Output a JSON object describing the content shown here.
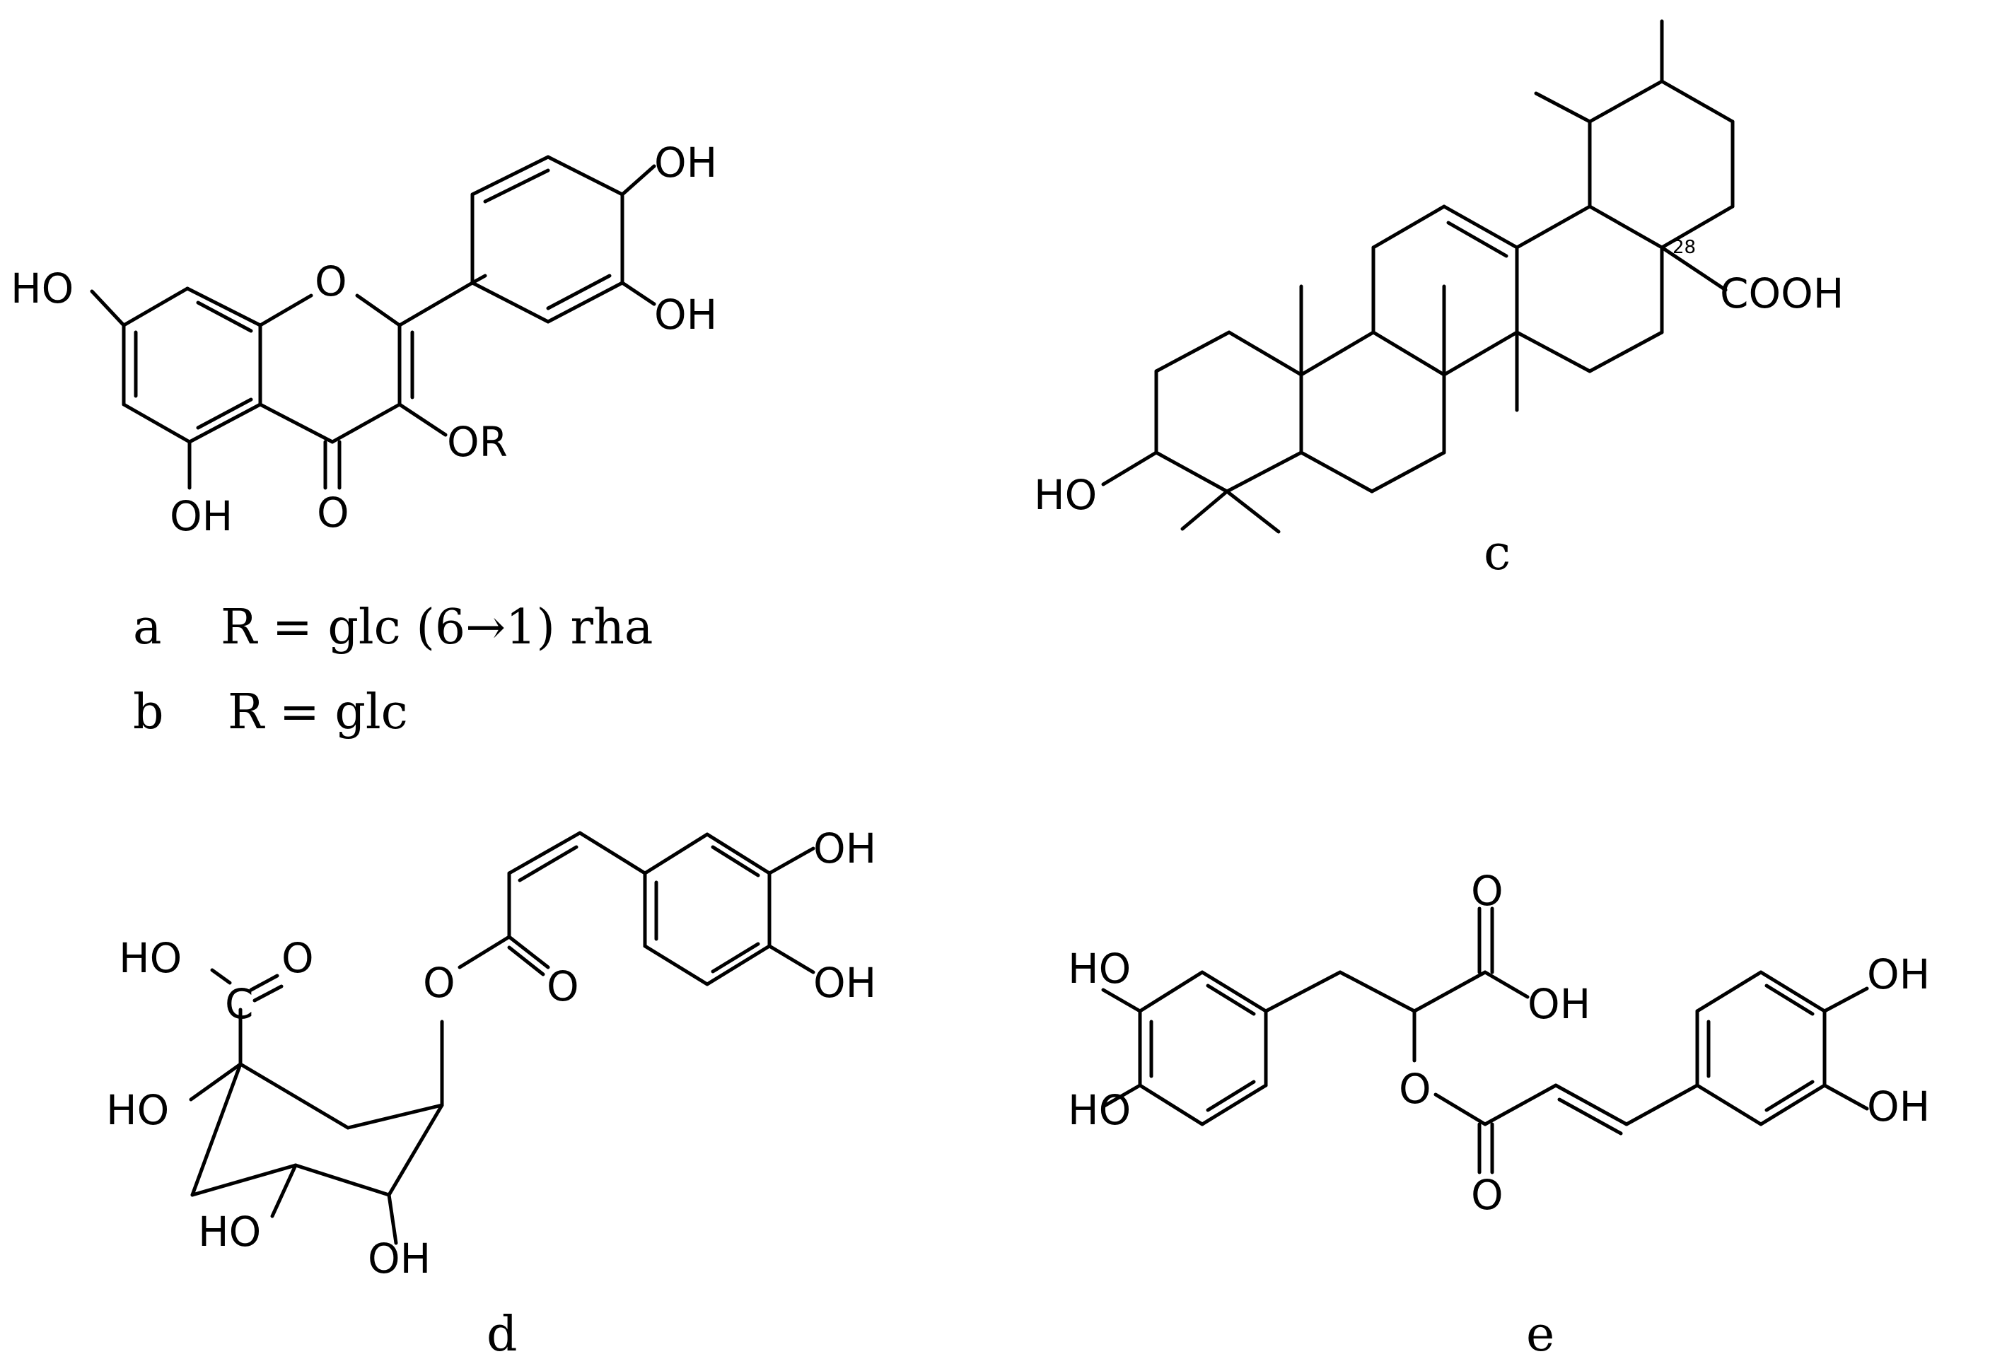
{
  "compounds": {
    "a_b": {
      "label_a": "a",
      "label_b": "b",
      "text_a": "R = glc (6→1) rha",
      "text_b": "R = glc",
      "atoms": {
        "ho7": "HO",
        "o1": "O",
        "oh3p": "OH",
        "oh4p": "OH",
        "or3": "OR",
        "oh5": "OH",
        "o4": "O"
      }
    },
    "c": {
      "label": "c",
      "atoms": {
        "ho3": "HO",
        "cooh": "COOH",
        "c28": "28"
      }
    },
    "d": {
      "label": "d",
      "atoms": {
        "cooh_ho": "HO",
        "cooh_o": "O",
        "c": "C",
        "ho1": "HO",
        "ho4": "HO",
        "oh5": "OH",
        "ester_o": "O",
        "carbonyl_o": "O",
        "oh3": "OH",
        "oh4": "OH"
      }
    },
    "e": {
      "label": "e",
      "atoms": {
        "ho3": "HO",
        "ho4": "HO",
        "acid_o": "O",
        "acid_oh": "OH",
        "ester_o": "O",
        "carbonyl_o": "O",
        "oh3p": "OH",
        "oh4p": "OH"
      }
    }
  }
}
